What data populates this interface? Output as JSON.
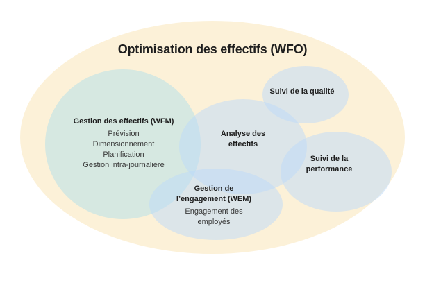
{
  "title": "Optimisation des effectifs (WFO)",
  "colors": {
    "background": "#FFFFFF",
    "wfo_fill": "#FCF1D8",
    "wfm_fill": "#B0DFEA80",
    "blue_fill": "#BCD9FA80",
    "heading_text": "#1E1E1E",
    "body_text": "#3A3A3A"
  },
  "sets": {
    "wfm": {
      "title": "Gestion des effectifs (WFM)",
      "items": [
        "Prévision",
        "Dimensionnement",
        "Planification",
        "Gestion intra-journalière"
      ]
    },
    "analyse": {
      "title": "Analyse des effectifs"
    },
    "qualite": {
      "title": "Suivi de la qualité"
    },
    "performance": {
      "title": "Suivi de la performance"
    },
    "wem": {
      "title": "Gestion de l’engagement (WEM)",
      "items": [
        "Engagement des employés"
      ]
    }
  }
}
